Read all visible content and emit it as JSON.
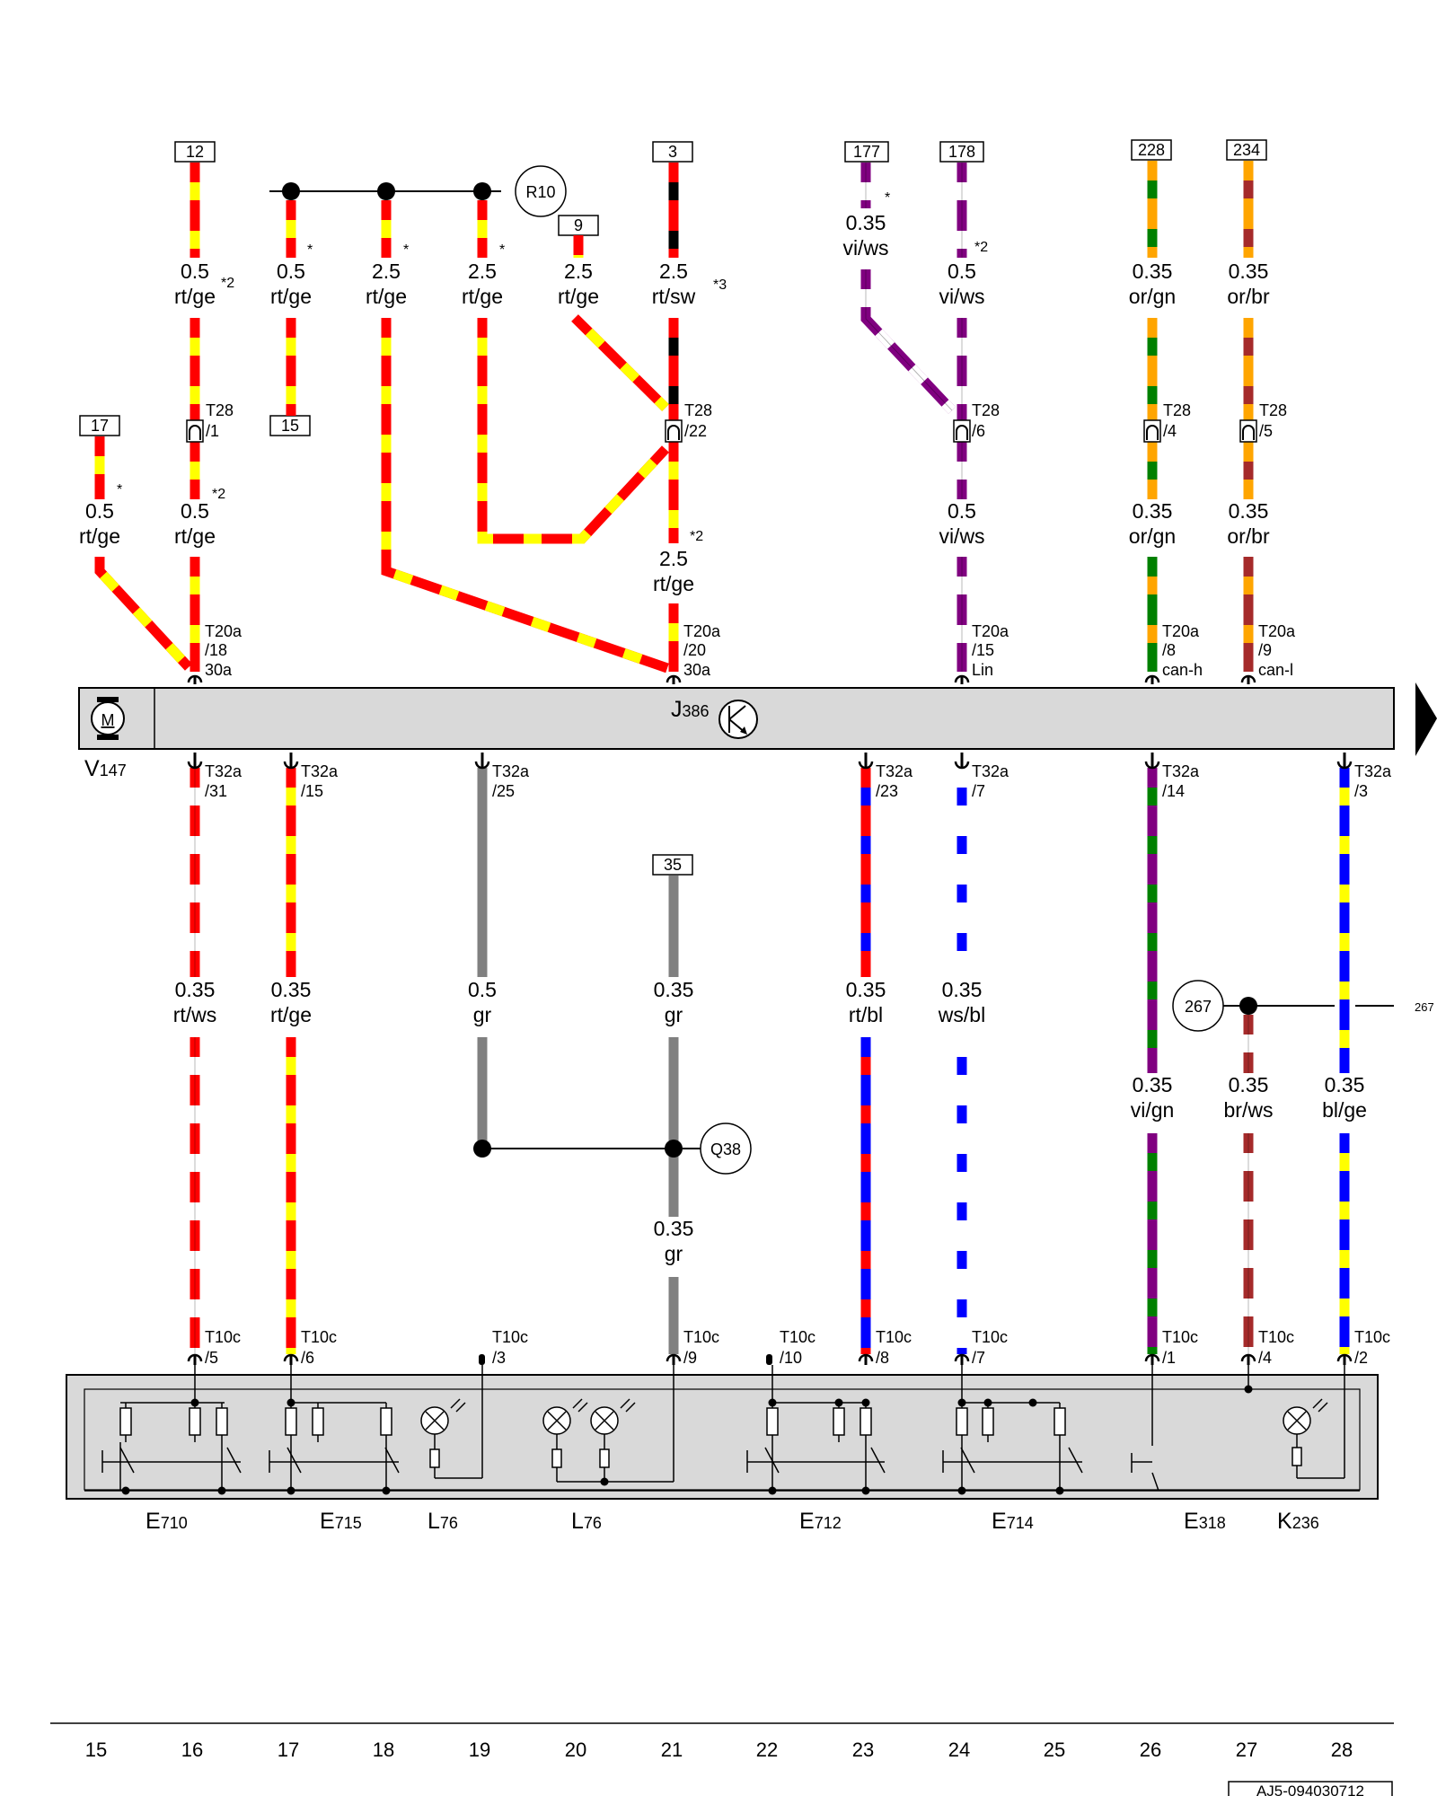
{
  "colors": {
    "rt": "#ff0000",
    "ge": "#ffff00",
    "ws": "#ffffff",
    "sw": "#000000",
    "vi": "#800080",
    "gn": "#008000",
    "or": "#ffa500",
    "br": "#a52a2a",
    "bl": "#0000ff",
    "gr": "#808080",
    "unit_fill": "#d9d9d9"
  },
  "refs": {
    "r12": "12",
    "r3": "3",
    "r177": "177",
    "r178": "178",
    "r228": "228",
    "r234": "234",
    "r17": "17",
    "r15": "15",
    "r9": "9",
    "r35": "35",
    "r267": "267",
    "r267_right": "267"
  },
  "circles": {
    "r10": "R10",
    "q38": "Q38"
  },
  "wires": {
    "w01": {
      "size": "0.5",
      "code": "rt/ge"
    },
    "w02": {
      "size": "0.5",
      "code": "rt/ge"
    },
    "w03": {
      "size": "2.5",
      "code": "rt/ge"
    },
    "w04": {
      "size": "2.5",
      "code": "rt/ge"
    },
    "w05": {
      "size": "2.5",
      "code": "rt/ge"
    },
    "w06": {
      "size": "2.5",
      "code": "rt/sw"
    },
    "w07": {
      "size": "0.35",
      "code": "vi/ws"
    },
    "w08": {
      "size": "0.5",
      "code": "vi/ws"
    },
    "w09": {
      "size": "0.35",
      "code": "or/gn"
    },
    "w10": {
      "size": "0.35",
      "code": "or/br"
    },
    "w11": {
      "size": "0.5",
      "code": "rt/ge"
    },
    "w12": {
      "size": "0.5",
      "code": "rt/ge"
    },
    "w13": {
      "size": "2.5",
      "code": "rt/ge"
    },
    "w14": {
      "size": "0.5",
      "code": "vi/ws"
    },
    "w15": {
      "size": "0.35",
      "code": "or/gn"
    },
    "w16": {
      "size": "0.35",
      "code": "or/br"
    },
    "w17": {
      "size": "0.35",
      "code": "rt/ws"
    },
    "w18": {
      "size": "0.35",
      "code": "rt/ge"
    },
    "w19": {
      "size": "0.5",
      "code": "gr"
    },
    "w20": {
      "size": "0.35",
      "code": "gr"
    },
    "w21": {
      "size": "0.35",
      "code": "rt/bl"
    },
    "w22": {
      "size": "0.35",
      "code": "ws/bl"
    },
    "w23": {
      "size": "0.35",
      "code": "vi/gn"
    },
    "w24": {
      "size": "0.35",
      "code": "br/ws"
    },
    "w25": {
      "size": "0.35",
      "code": "bl/ge"
    },
    "w26": {
      "size": "0.35",
      "code": "gr"
    }
  },
  "notes": {
    "star": "*",
    "star2": "*2",
    "star3": "*3"
  },
  "t28": {
    "c16": [
      "T28",
      "/1"
    ],
    "c21": [
      "T28",
      "/22"
    ],
    "c24": [
      "T28",
      "/6"
    ],
    "c26": [
      "T28",
      "/4"
    ],
    "c27": [
      "T28",
      "/5"
    ]
  },
  "t20a": {
    "c16": [
      "T20a",
      "/18",
      "30a"
    ],
    "c21": [
      "T20a",
      "/20",
      "30a"
    ],
    "c24": [
      "T20a",
      "/15",
      "Lin"
    ],
    "c26": [
      "T20a",
      "/8",
      "can-h"
    ],
    "c27": [
      "T20a",
      "/9",
      "can-l"
    ]
  },
  "t32a": {
    "c16": [
      "T32a",
      "/31"
    ],
    "c17": [
      "T32a",
      "/15"
    ],
    "c19": [
      "T32a",
      "/25"
    ],
    "c23": [
      "T32a",
      "/23"
    ],
    "c24": [
      "T32a",
      "/7"
    ],
    "c26": [
      "T32a",
      "/14"
    ],
    "c28": [
      "T32a",
      "/3"
    ]
  },
  "t10c": {
    "c16": [
      "T10c",
      "/5"
    ],
    "c17": [
      "T10c",
      "/6"
    ],
    "c19": [
      "T10c",
      "/3"
    ],
    "c21": [
      "T10c",
      "/9"
    ],
    "c22": [
      "T10c",
      "/10"
    ],
    "c23": [
      "T10c",
      "/8"
    ],
    "c24": [
      "T10c",
      "/7"
    ],
    "c26": [
      "T10c",
      "/1"
    ],
    "c27": [
      "T10c",
      "/4"
    ],
    "c28": [
      "T10c",
      "/2"
    ]
  },
  "components": {
    "v147": {
      "letter": "V",
      "num": "147"
    },
    "j386": {
      "letter": "J",
      "num": "386"
    },
    "e710": {
      "letter": "E",
      "num": "710"
    },
    "e715": {
      "letter": "E",
      "num": "715"
    },
    "l76a": {
      "letter": "L",
      "num": "76"
    },
    "l76b": {
      "letter": "L",
      "num": "76"
    },
    "e712": {
      "letter": "E",
      "num": "712"
    },
    "e714": {
      "letter": "E",
      "num": "714"
    },
    "e318": {
      "letter": "E",
      "num": "318"
    },
    "k236": {
      "letter": "K",
      "num": "236"
    }
  },
  "motor_symbol": "M",
  "columns": [
    "15",
    "16",
    "17",
    "18",
    "19",
    "20",
    "21",
    "22",
    "23",
    "24",
    "25",
    "26",
    "27",
    "28"
  ],
  "doc_id": "AJ5-094030712"
}
